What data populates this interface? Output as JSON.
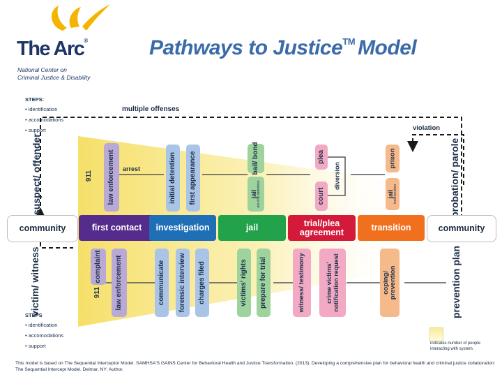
{
  "logo": {
    "name": "The Arc",
    "reg": "®",
    "subtitle_line1": "National Center on",
    "subtitle_line2": "Criminal Justice & Disability"
  },
  "title": {
    "text": "Pathways to Justice",
    "tm": "TM",
    "suffix": "Model"
  },
  "steps_top": {
    "heading": "STEPS:",
    "items": [
      "• identification",
      "• accomodations",
      "• support"
    ]
  },
  "steps_bottom": {
    "heading": "STEPS",
    "items": [
      "• identification",
      "• accomodations",
      "• support"
    ]
  },
  "loops": {
    "top": "multiple offenses",
    "right": "violation"
  },
  "side_labels": {
    "top_left": "suspect/ offender",
    "bottom_left": "victim/ witness",
    "top_right": "probation/ parole",
    "bottom_right": "prevention plan"
  },
  "arrest_label": "arrest",
  "bands": [
    {
      "label": "community",
      "color": "#ffffff"
    },
    {
      "label": "first contact",
      "color": "#552b8c"
    },
    {
      "label": "investigation",
      "color": "#1f6fb6"
    },
    {
      "label": "jail",
      "color": "#22a24a"
    },
    {
      "label": "trial/plea agreement",
      "color": "#d41a3a"
    },
    {
      "label": "transition",
      "color": "#f0701e"
    },
    {
      "label": "community",
      "color": "#ffffff"
    }
  ],
  "top_items": {
    "i911": "911",
    "law": "law enforcement",
    "initial": "initial detention",
    "first_app": "first appearance",
    "bail": "bail/ bond",
    "jail": "jail",
    "jail_small": "pre-trial detention",
    "plea": "plea",
    "diversion": "diversion",
    "court": "court",
    "prison": "prison",
    "jail2": "jail",
    "jail2_small": "incarceration"
  },
  "bottom_items": {
    "i911": "911",
    "complaint": "complaint",
    "law": "law enforcement",
    "communicate": "communicate",
    "forensic": "forensic interview",
    "charges": "charges filed",
    "rights": "victims' rights",
    "prepare": "prepare for trial",
    "witness": "witness/ testimony",
    "crime": "crime victims' notification request",
    "coping": "coping/ prevention"
  },
  "legend": {
    "text": "indicates number of people interacting with system."
  },
  "footer": {
    "line1": "This model is based on The Sequential Interceptor Model. SAMHSA'S GAINS Center for Behavioral Health and Justice Transformation. (2013). Developing a comprehensive plan for behavioral health and criminal justice collaboration:",
    "line2": "The Sequential Intercept Model. Delmar, NY: Author."
  },
  "colors": {
    "purple_light": "#b9a9d6",
    "green_light": "#9ed39e",
    "pink_light": "#f2a9c4",
    "orange_light": "#f6b98a",
    "funnel_yellow": "#f8e98a"
  }
}
